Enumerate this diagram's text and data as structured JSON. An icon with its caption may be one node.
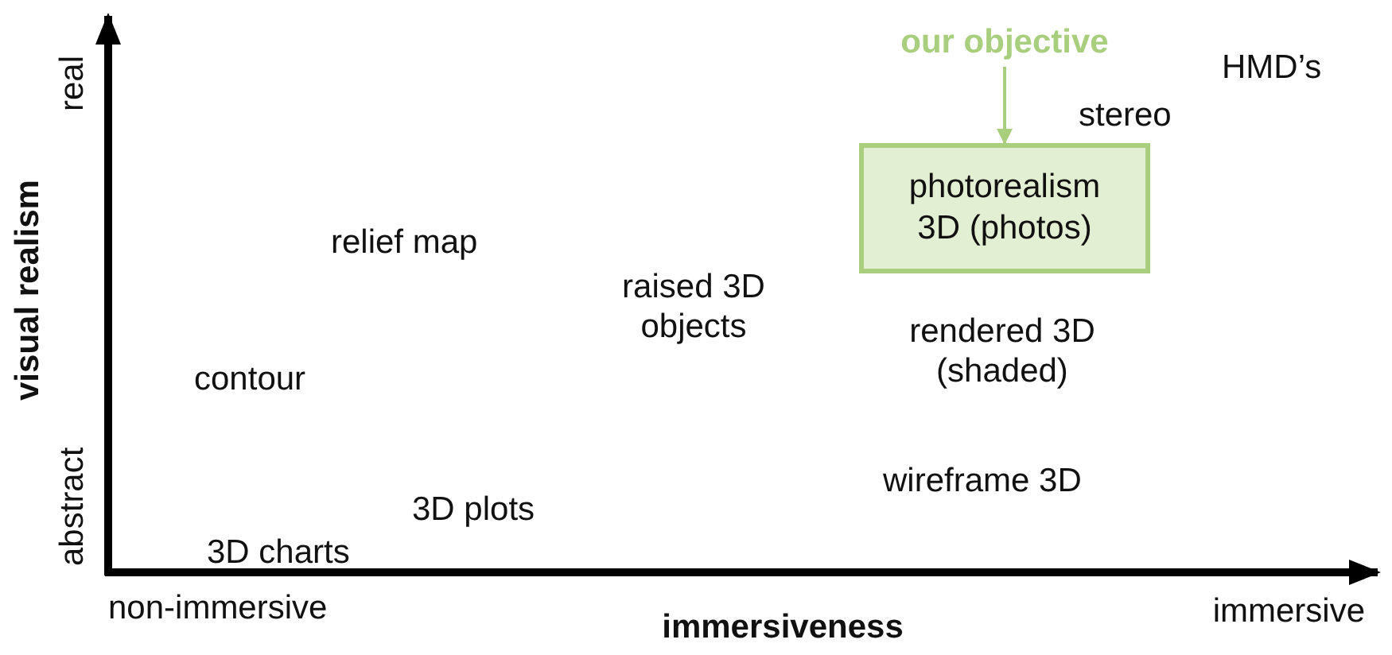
{
  "diagram": {
    "nodes": [
      {
        "text": [
          "our objective"
        ]
      },
      {
        "text": [
          "photorealism 3D (photos)"
        ]
      }
    ],
    "edges": [
      {
        "from": 0,
        "to": 1,
        "arrow": "to",
        "color": "#a9cf7e"
      }
    ],
    "labels": [
      "real",
      "HMD’s",
      "stereo",
      "relief map",
      "raised 3D objects",
      "visual realism",
      "rendered 3D (shaded)",
      "contour",
      "abstract",
      "wireframe 3D",
      "3D plots",
      "3D charts",
      "non-immersive",
      "immersive",
      "immersiveness"
    ]
  }
}
